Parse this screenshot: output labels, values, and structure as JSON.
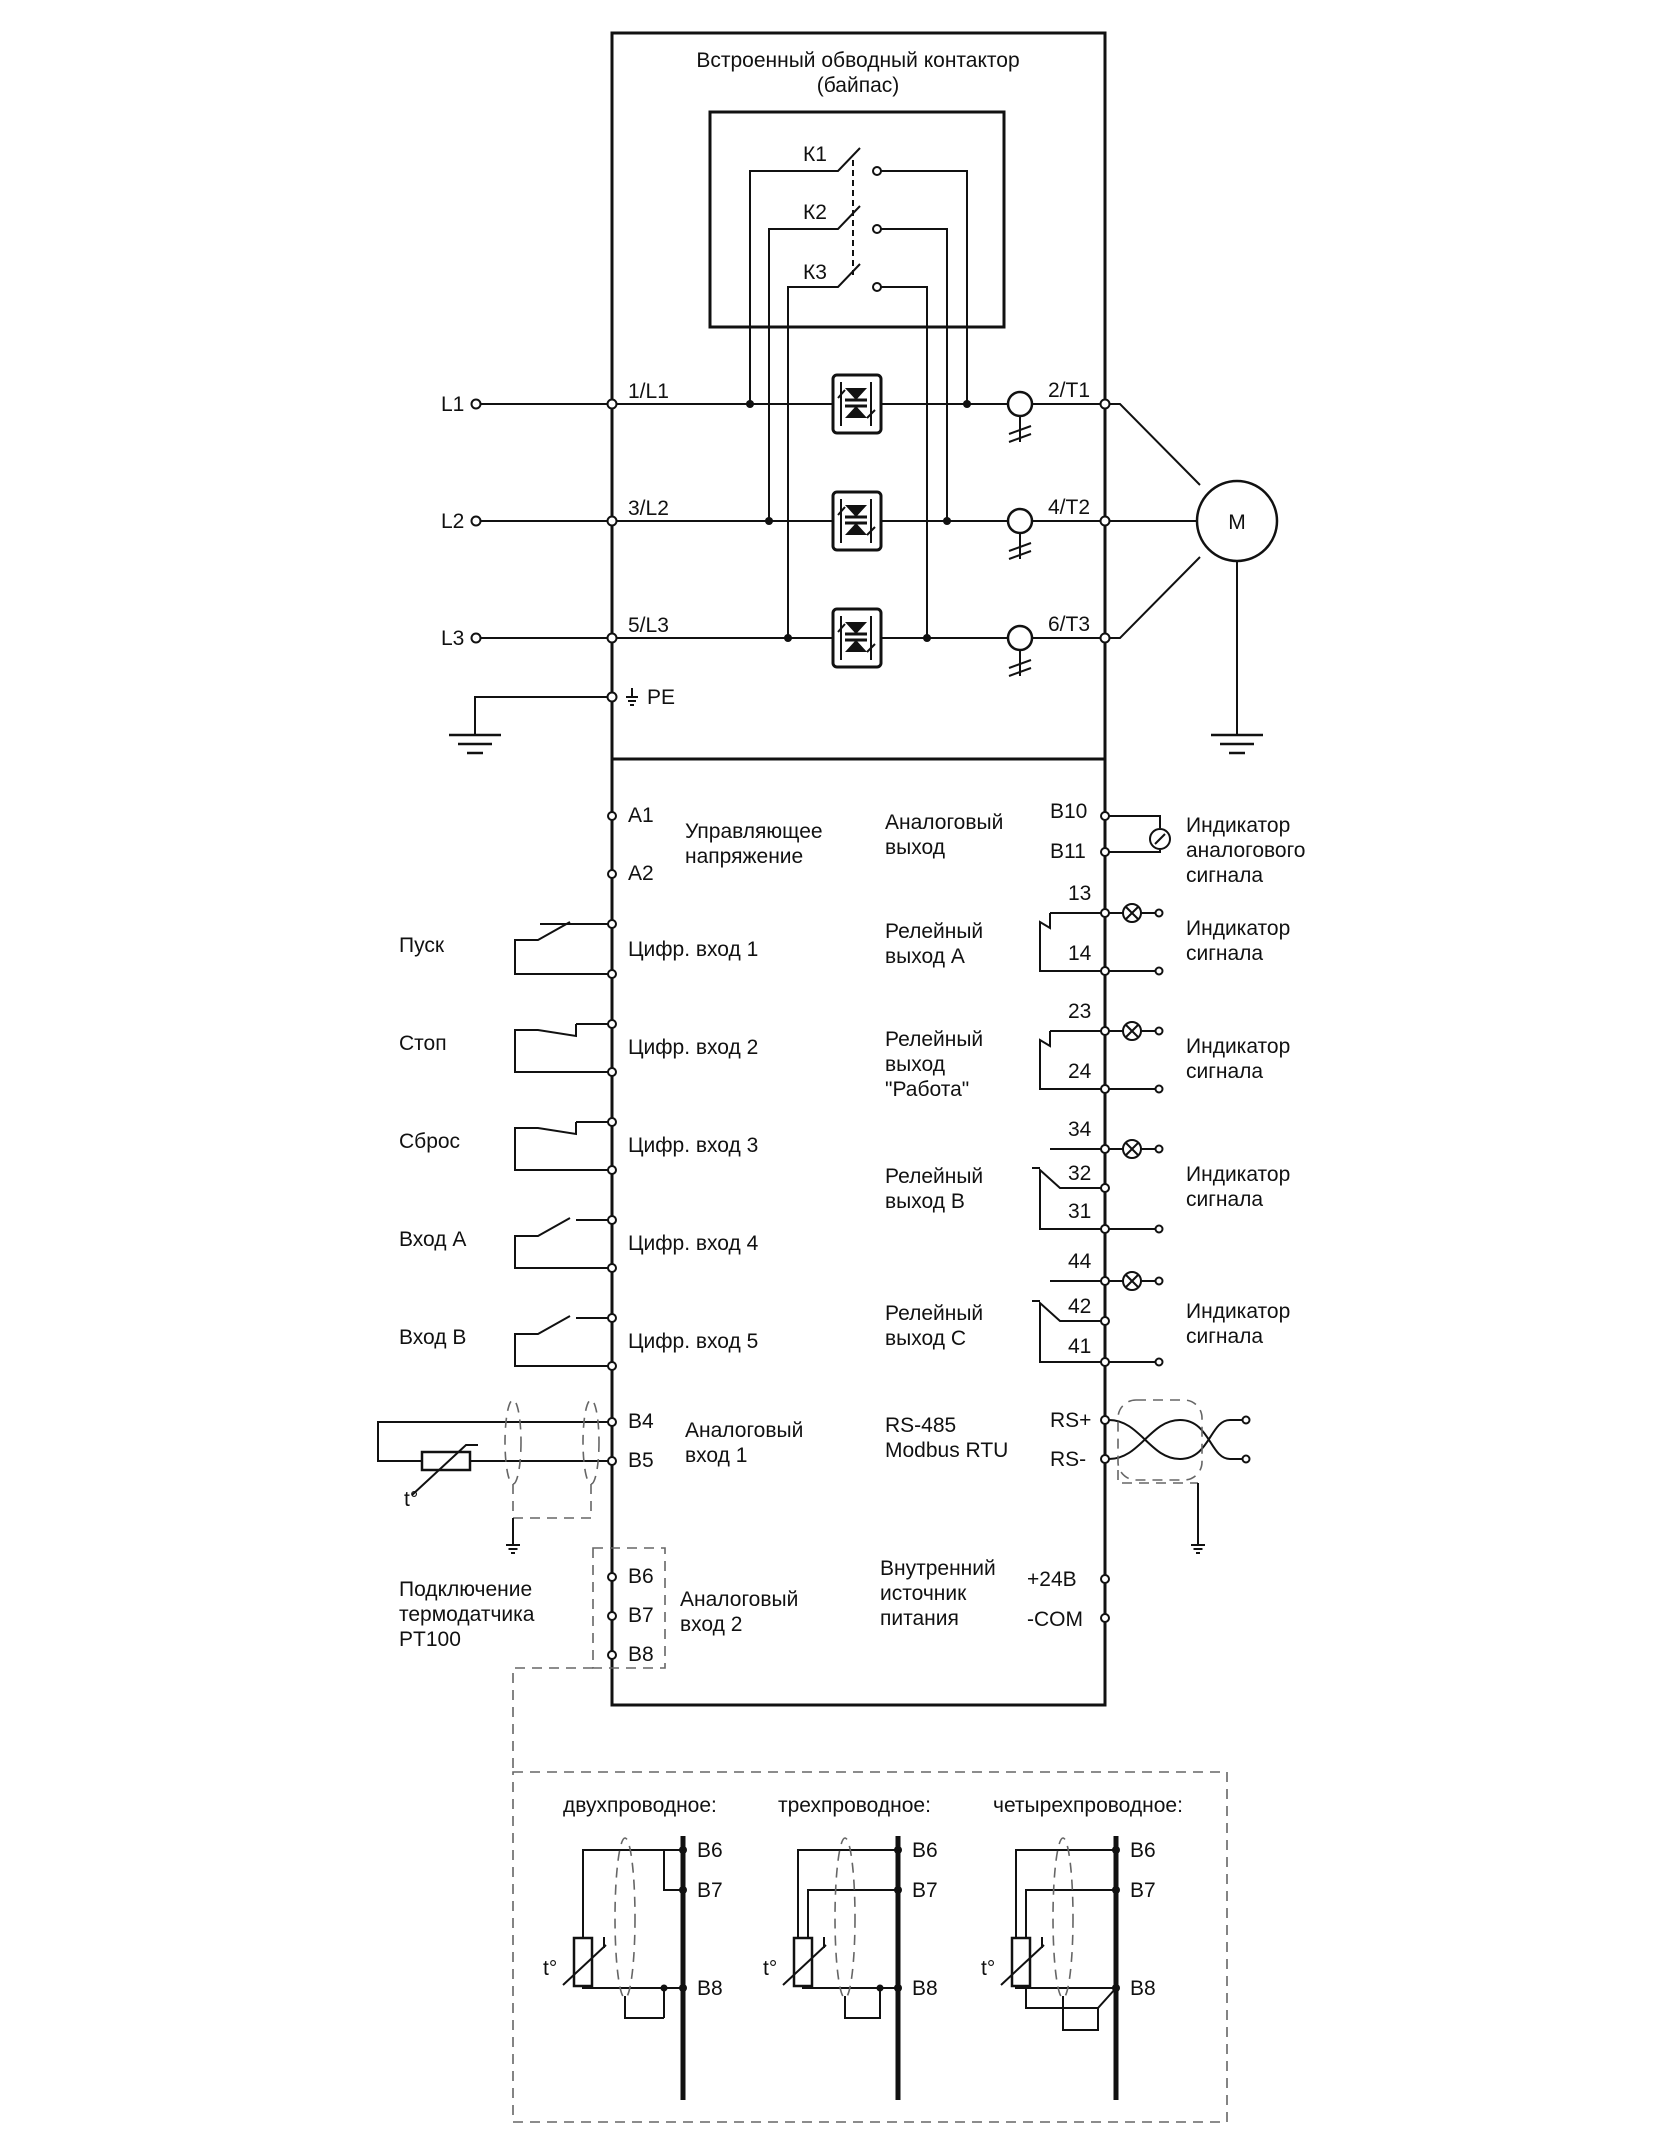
{
  "bypass": {
    "title1": "Встроенный обводный контактор",
    "title2": "(байпас)",
    "contacts": [
      "К1",
      "К2",
      "К3"
    ]
  },
  "power": {
    "lines": [
      "L1",
      "L2",
      "L3"
    ],
    "inputs": [
      "1/L1",
      "3/L2",
      "5/L3"
    ],
    "outputs": [
      "2/T1",
      "4/T2",
      "6/T3"
    ],
    "pe": "PE",
    "motor": "M"
  },
  "control": {
    "a1": "A1",
    "a2": "A2",
    "control_voltage_1": "Управляющее",
    "control_voltage_2": "напряжение",
    "inputs": [
      {
        "name": "Пуск",
        "label": "Цифр. вход 1"
      },
      {
        "name": "Стоп",
        "label": "Цифр. вход 2"
      },
      {
        "name": "Сброс",
        "label": "Цифр. вход 3"
      },
      {
        "name": "Вход А",
        "label": "Цифр. вход 4"
      },
      {
        "name": "Вход В",
        "label": "Цифр. вход 5"
      }
    ],
    "b4": "B4",
    "b5": "B5",
    "ai1_1": "Аналоговый",
    "ai1_2": "вход 1",
    "b6": "B6",
    "b7": "B7",
    "b8": "B8",
    "ai2_1": "Аналоговый",
    "ai2_2": "вход 2",
    "pt100_1": "Подключение",
    "pt100_2": "термодатчика",
    "pt100_3": "PT100",
    "t_deg": "t°"
  },
  "outputs": {
    "ao_1": "Аналоговый",
    "ao_2": "выход",
    "b10": "B10",
    "b11": "B11",
    "ao_ind_1": "Индикатор",
    "ao_ind_2": "аналогового",
    "ao_ind_3": "сигнала",
    "relayA_1": "Релейный",
    "relayA_2": "выход А",
    "relayRun_1": "Релейный",
    "relayRun_2": "выход",
    "relayRun_3": "\"Работа\"",
    "relayB_1": "Релейный",
    "relayB_2": "выход В",
    "relayC_1": "Релейный",
    "relayC_2": "выход С",
    "ind_1": "Индикатор",
    "ind_2": "сигнала",
    "t13": "13",
    "t14": "14",
    "t23": "23",
    "t24": "24",
    "t34": "34",
    "t32": "32",
    "t31": "31",
    "t44": "44",
    "t42": "42",
    "t41": "41",
    "rs_1": "RS-485",
    "rs_2": "Modbus RTU",
    "rsp": "RS+",
    "rsm": "RS-",
    "psu_1": "Внутренний",
    "psu_2": "источник",
    "psu_3": "питания",
    "p24": "+24В",
    "com": "-COM"
  },
  "wiring": {
    "two": "двухпроводное:",
    "three": "трехпроводное:",
    "four": "четырехпроводное:",
    "b6": "B6",
    "b7": "B7",
    "b8": "B8",
    "t_deg": "t°"
  }
}
